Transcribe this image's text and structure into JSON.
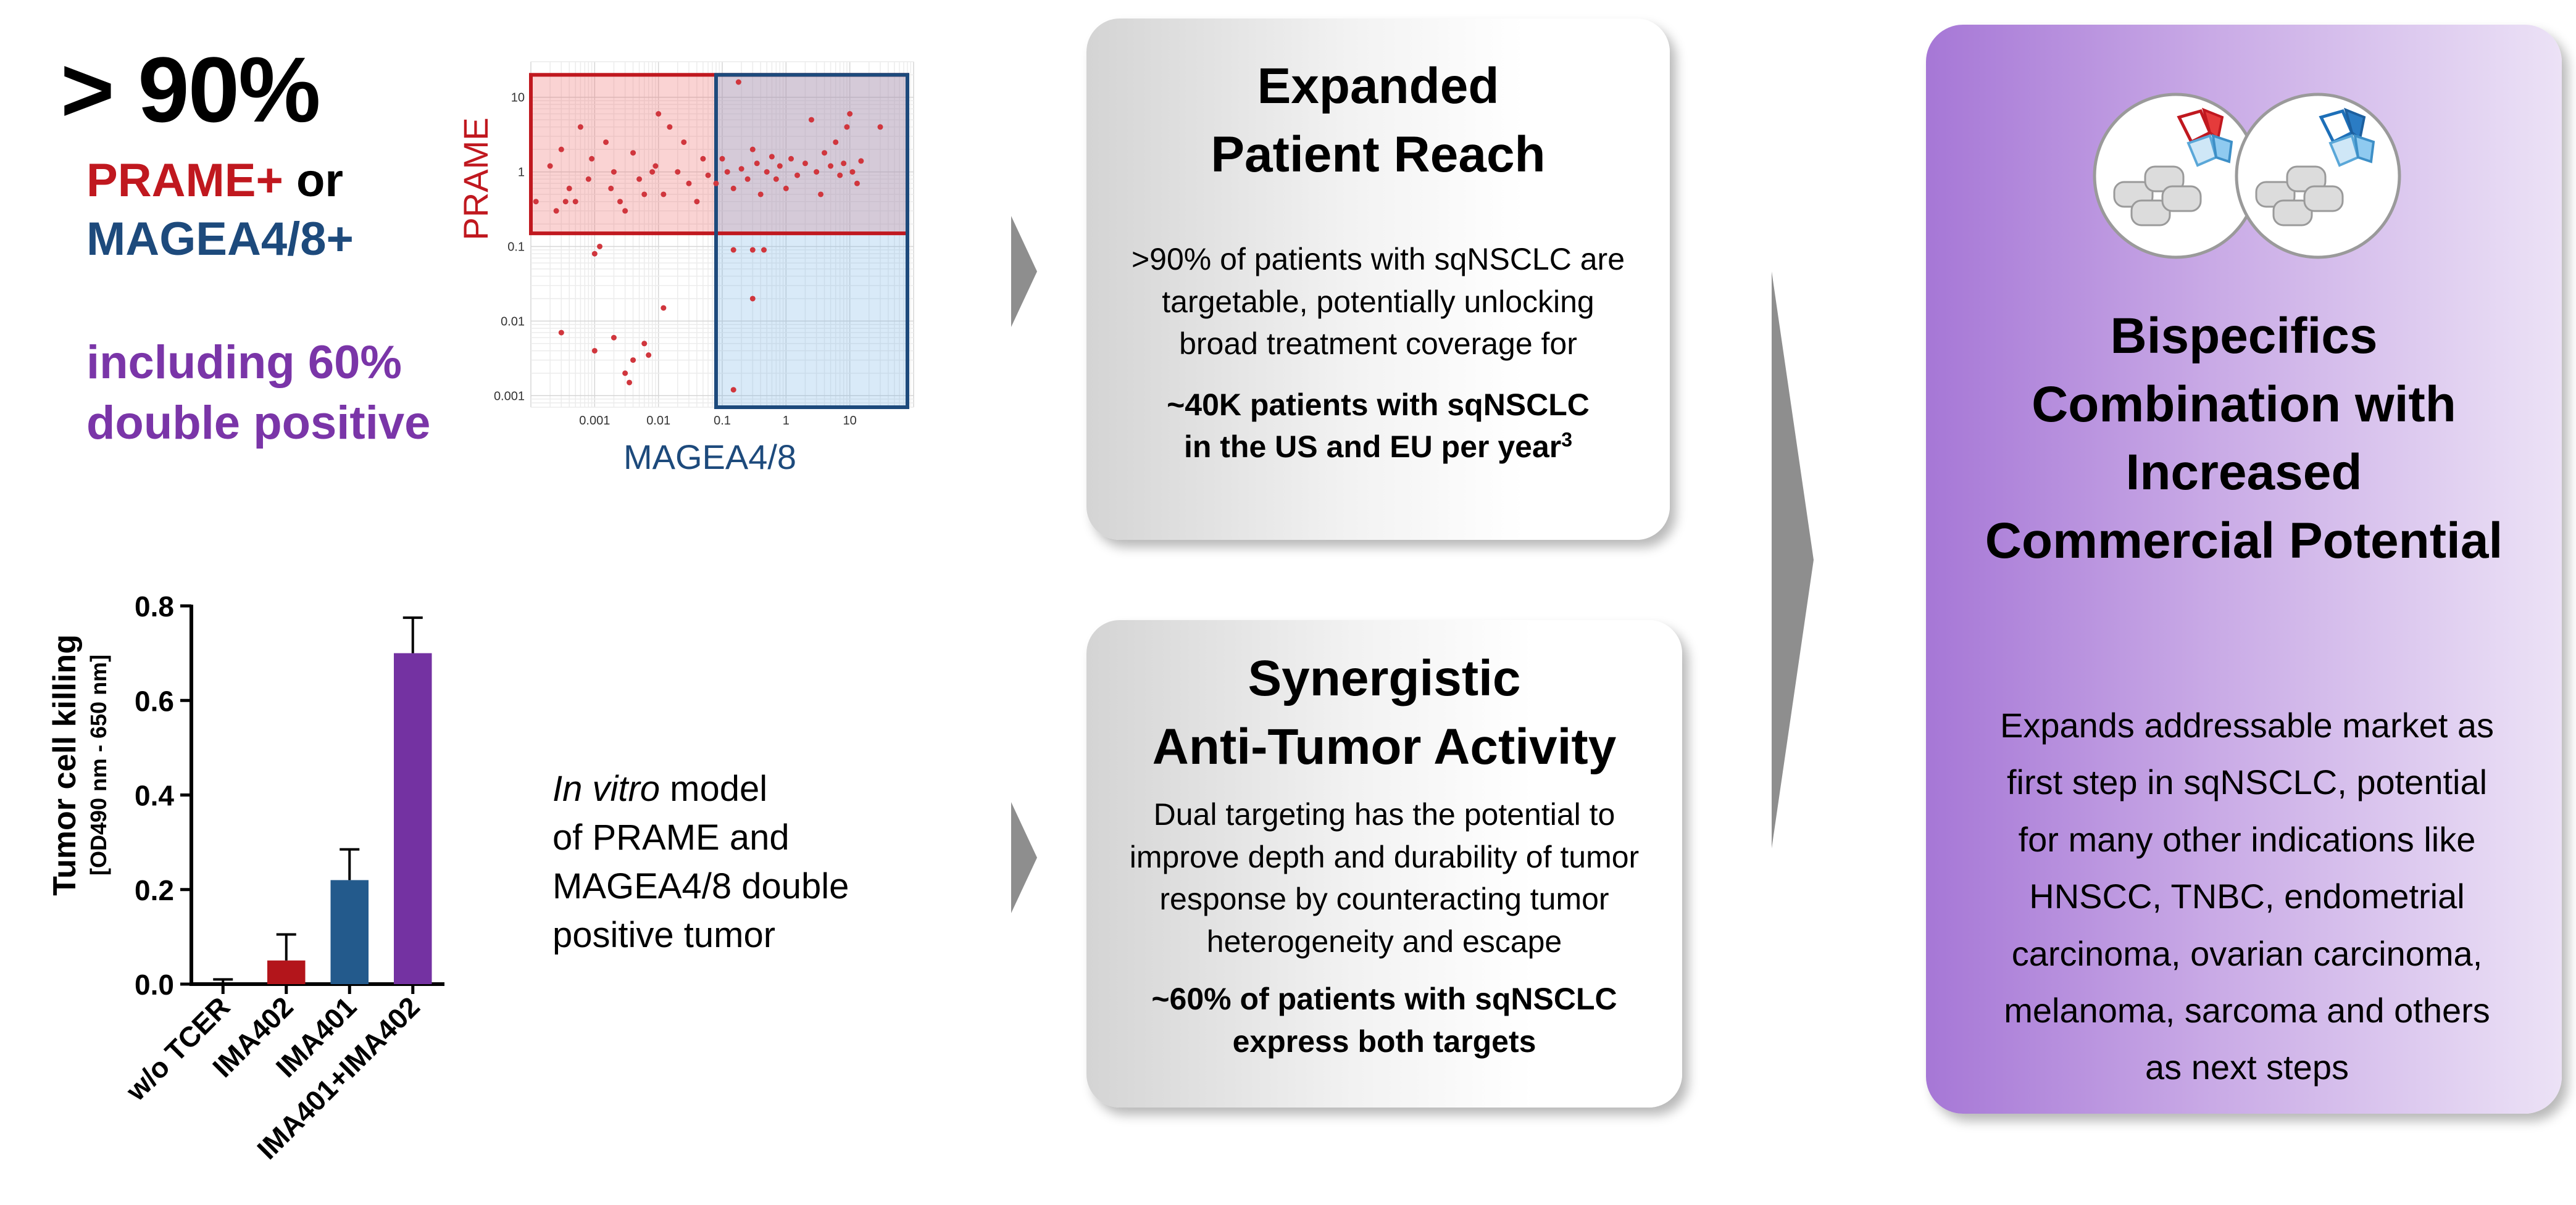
{
  "stats": {
    "headline": "> 90%",
    "line1_a": "PRAME+",
    "line1_b": " or",
    "line2": "MAGEA4/8+",
    "line3": "including 60%",
    "line4": "double positive"
  },
  "invitro": {
    "italic": "In vitro",
    "rest1": " model",
    "rest2": "of PRAME and",
    "rest3": "MAGEA4/8 double",
    "rest4": "positive tumor"
  },
  "card_reach": {
    "title1": "Expanded",
    "title2": "Patient Reach",
    "body1": ">90% of patients with sqNSCLC are",
    "body2": "targetable, potentially unlocking",
    "body3": "broad treatment coverage for",
    "bold1": "~40K patients with sqNSCLC",
    "bold2": "in the US and EU per year",
    "bold2_sup": "3"
  },
  "card_syn": {
    "title1": "Synergistic",
    "title2": "Anti-Tumor Activity",
    "body1": "Dual targeting has the potential to",
    "body2": "improve depth and durability of tumor",
    "body3": "response by counteracting tumor",
    "body4": "heterogeneity and escape",
    "bold1": "~60% of patients with sqNSCLC",
    "bold2": "express both targets"
  },
  "panel": {
    "title1": "Bispecifics",
    "title2": "Combination with",
    "title3": "Increased",
    "title4": "Commercial Potential",
    "body1": "Expands addressable market as",
    "body2": "first step in sqNSCLC, potential",
    "body3": "for many other indications like",
    "body4": "HNSCC, TNBC, endometrial",
    "body5": "carcinoma, ovarian carcinoma,",
    "body6": "melanoma, sarcoma and others",
    "body7": "as next steps"
  },
  "colors": {
    "prame_red": "#c0181f",
    "magea_blue": "#1d4a7c",
    "purple": "#7a35a8",
    "bar_ima402": "#b3151b",
    "bar_ima401": "#235a8c",
    "bar_combo": "#7432a2"
  },
  "icons": [
    "tcer-molecule-red-icon",
    "tcer-molecule-blue-icon"
  ],
  "chart_data": [
    {
      "type": "scatter",
      "xlabel": "MAGEA4/8",
      "ylabel": "PRAME",
      "x_scale": "log",
      "y_scale": "log",
      "xlim": [
        0.0001,
        100
      ],
      "ylim": [
        0.0007,
        30
      ],
      "x_ticks": [
        "0.001",
        "0.01",
        "0.1",
        "1",
        "10"
      ],
      "y_ticks": [
        "10",
        "1",
        "0.1",
        "0.01",
        "0.001"
      ],
      "grid": true,
      "regions": [
        {
          "name": "PRAME+",
          "x": [
            0.0001,
            80
          ],
          "y": [
            0.15,
            20
          ],
          "color": "#c0181f"
        },
        {
          "name": "MAGEA4/8+",
          "x": [
            0.08,
            80
          ],
          "y": [
            0.0007,
            20
          ],
          "color": "#1d4a7c"
        }
      ],
      "points": [
        [
          0.00012,
          0.4
        ],
        [
          0.0002,
          1.2
        ],
        [
          0.00025,
          0.3
        ],
        [
          0.0003,
          2.0
        ],
        [
          0.00035,
          0.4
        ],
        [
          0.0004,
          0.6
        ],
        [
          0.0005,
          0.4
        ],
        [
          0.0006,
          4.0
        ],
        [
          0.0008,
          0.8
        ],
        [
          0.0009,
          1.5
        ],
        [
          0.001,
          0.08
        ],
        [
          0.0012,
          0.1
        ],
        [
          0.0015,
          2.5
        ],
        [
          0.0018,
          0.6
        ],
        [
          0.002,
          1.0
        ],
        [
          0.0025,
          0.4
        ],
        [
          0.003,
          0.3
        ],
        [
          0.004,
          1.8
        ],
        [
          0.005,
          0.8
        ],
        [
          0.006,
          0.5
        ],
        [
          0.008,
          1.0
        ],
        [
          0.009,
          1.2
        ],
        [
          0.01,
          6.0
        ],
        [
          0.012,
          0.5
        ],
        [
          0.015,
          4.0
        ],
        [
          0.02,
          1.0
        ],
        [
          0.025,
          2.5
        ],
        [
          0.03,
          0.7
        ],
        [
          0.04,
          0.4
        ],
        [
          0.05,
          1.5
        ],
        [
          0.06,
          0.9
        ],
        [
          0.08,
          0.7
        ],
        [
          0.1,
          1.5
        ],
        [
          0.12,
          1.0
        ],
        [
          0.15,
          0.6
        ],
        [
          0.18,
          16.0
        ],
        [
          0.2,
          1.1
        ],
        [
          0.25,
          0.8
        ],
        [
          0.3,
          2.0
        ],
        [
          0.35,
          1.3
        ],
        [
          0.4,
          0.5
        ],
        [
          0.5,
          1.0
        ],
        [
          0.6,
          1.6
        ],
        [
          0.7,
          0.8
        ],
        [
          0.8,
          1.2
        ],
        [
          1.0,
          0.6
        ],
        [
          1.2,
          1.5
        ],
        [
          1.5,
          0.9
        ],
        [
          2.0,
          1.3
        ],
        [
          2.5,
          5.0
        ],
        [
          3.0,
          1.0
        ],
        [
          3.5,
          0.5
        ],
        [
          4.0,
          1.8
        ],
        [
          5.0,
          1.2
        ],
        [
          6.0,
          2.5
        ],
        [
          7.0,
          0.9
        ],
        [
          8.0,
          1.3
        ],
        [
          9.0,
          4.0
        ],
        [
          10.0,
          6.0
        ],
        [
          11.0,
          1.0
        ],
        [
          13.0,
          0.7
        ],
        [
          15.0,
          1.4
        ],
        [
          30.0,
          4.0
        ],
        [
          0.15,
          0.09
        ],
        [
          0.3,
          0.09
        ],
        [
          0.45,
          0.09
        ],
        [
          0.001,
          0.004
        ],
        [
          0.002,
          0.006
        ],
        [
          0.003,
          0.002
        ],
        [
          0.004,
          0.003
        ],
        [
          0.006,
          0.005
        ],
        [
          0.0035,
          0.0015
        ],
        [
          0.0003,
          0.007
        ],
        [
          0.007,
          0.0035
        ],
        [
          0.012,
          0.015
        ],
        [
          0.15,
          0.0012
        ],
        [
          0.3,
          0.02
        ]
      ]
    },
    {
      "type": "bar",
      "categories": [
        "w/o TCER",
        "IMA402",
        "IMA401",
        "IMA401+IMA402"
      ],
      "values": [
        0.0,
        0.05,
        0.22,
        0.7
      ],
      "errors": [
        0.01,
        0.055,
        0.065,
        0.075
      ],
      "ylabel": "Tumor cell killing",
      "ylabel_sub": "[OD490 nm - 650 nm]",
      "ylim": [
        0,
        0.8
      ],
      "y_ticks": [
        "0.0",
        "0.2",
        "0.4",
        "0.6",
        "0.8"
      ]
    }
  ]
}
